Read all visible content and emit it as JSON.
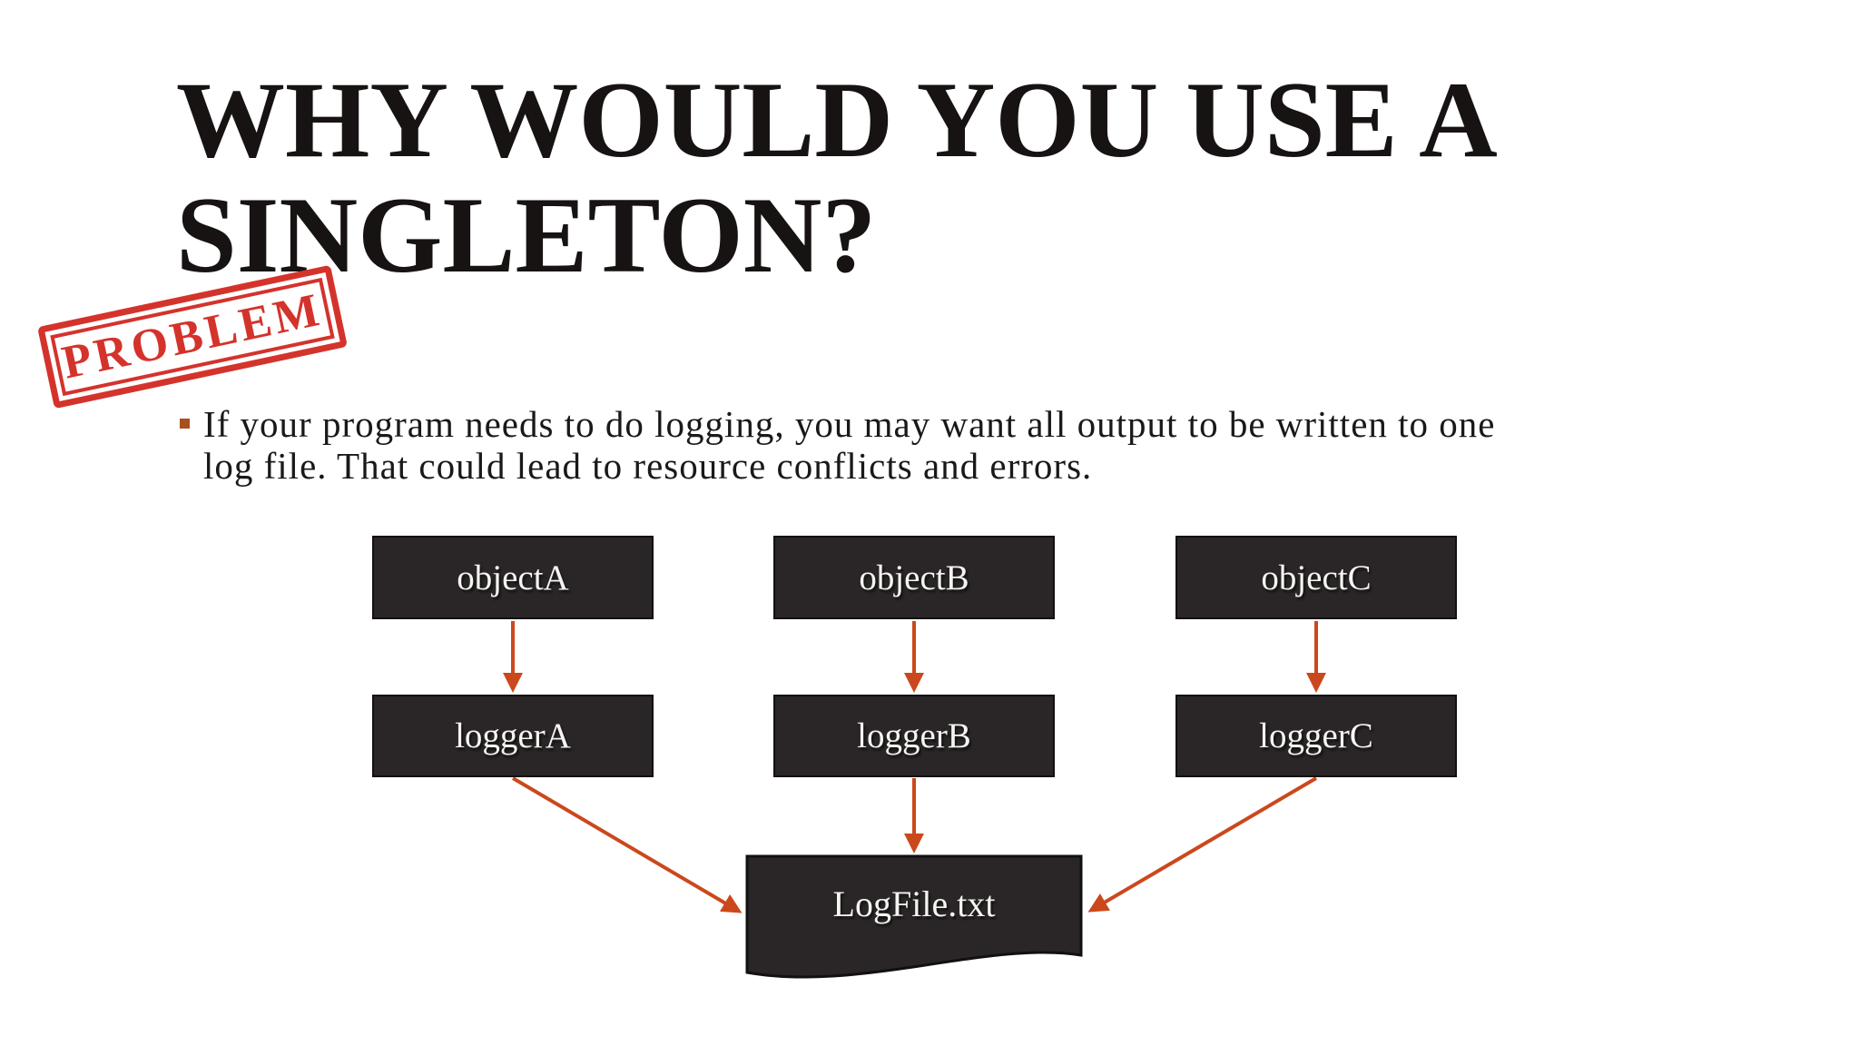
{
  "slide": {
    "title": {
      "line1": "WHY WOULD YOU USE A",
      "line2": "SINGLETON?"
    },
    "stamp": {
      "label": "PROBLEM"
    },
    "bullet": {
      "line1": "If your program needs to do logging, you may want all output to be written to one",
      "line2": "log file. That could lead to resource conflicts and errors."
    }
  },
  "diagram": {
    "objects": [
      {
        "label": "objectA"
      },
      {
        "label": "objectB"
      },
      {
        "label": "objectC"
      }
    ],
    "loggers": [
      {
        "label": "loggerA"
      },
      {
        "label": "loggerB"
      },
      {
        "label": "loggerC"
      }
    ],
    "sink": {
      "label": "LogFile.txt"
    },
    "edges": [
      {
        "from": "objectA",
        "to": "loggerA"
      },
      {
        "from": "objectB",
        "to": "loggerB"
      },
      {
        "from": "objectC",
        "to": "loggerC"
      },
      {
        "from": "loggerA",
        "to": "LogFile.txt"
      },
      {
        "from": "loggerB",
        "to": "LogFile.txt"
      },
      {
        "from": "loggerC",
        "to": "LogFile.txt"
      }
    ]
  },
  "colors": {
    "background": "#ffffff",
    "title_text": "#161312",
    "body_text": "#1b1917",
    "bullet_marker": "#A6511F",
    "node_fill": "#2A2627",
    "node_border": "#121010",
    "node_text": "#F6F4F1",
    "arrow": "#CB481D",
    "stamp_red": "#D4332C"
  }
}
